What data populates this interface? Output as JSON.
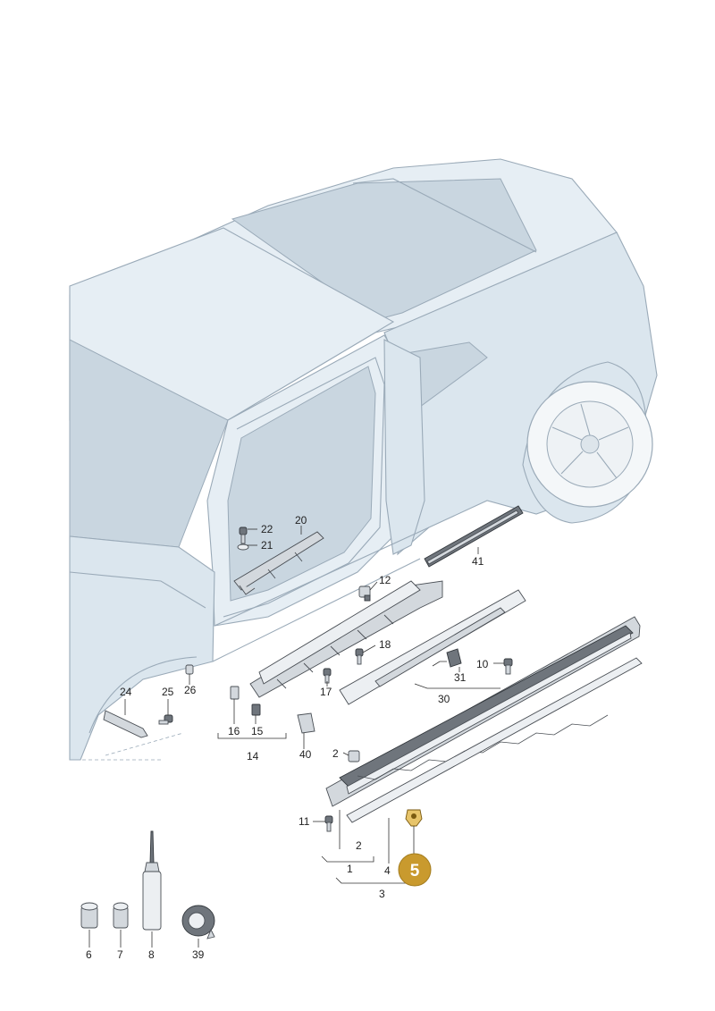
{
  "callouts": {
    "c1": "1",
    "c2": "2",
    "c2b": "2",
    "c3": "3",
    "c4": "4",
    "c6": "6",
    "c7": "7",
    "c8": "8",
    "c10": "10",
    "c11": "11",
    "c12": "12",
    "c14": "14",
    "c15": "15",
    "c16": "16",
    "c17": "17",
    "c18": "18",
    "c20": "20",
    "c21": "21",
    "c22": "22",
    "c24": "24",
    "c25": "25",
    "c26": "26",
    "c30": "30",
    "c31": "31",
    "c39": "39",
    "c40": "40",
    "c41": "41"
  },
  "highlight": {
    "label": "5",
    "color": "#c99a2e"
  }
}
